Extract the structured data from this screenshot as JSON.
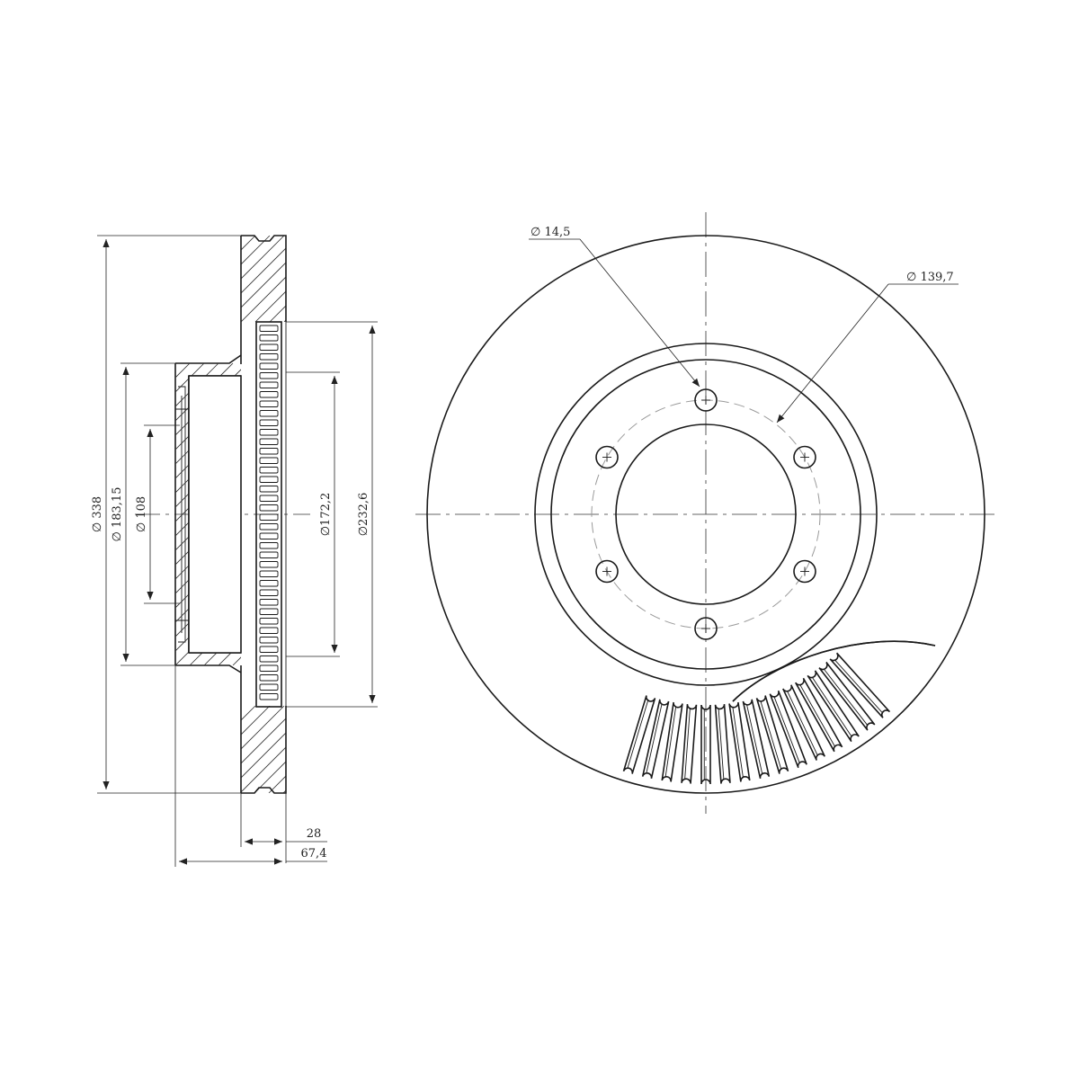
{
  "colors": {
    "line": "#1a1a1a",
    "background": "#ffffff",
    "pitch_circle": "#9a9a9a"
  },
  "side_view": {
    "dim_outer_diameter": "∅ 338",
    "dim_hat_diameter": "∅ 183,15",
    "dim_center_bore": "∅ 108",
    "dim_inner_friction": "∅172,2",
    "dim_vent_diameter": "∅232,6",
    "dim_thickness": "28",
    "dim_total_height": "67,4"
  },
  "front_view": {
    "dim_bolt_hole": "∅ 14,5",
    "dim_pitch_circle": "∅ 139,7",
    "bolt_hole_count": 6
  }
}
